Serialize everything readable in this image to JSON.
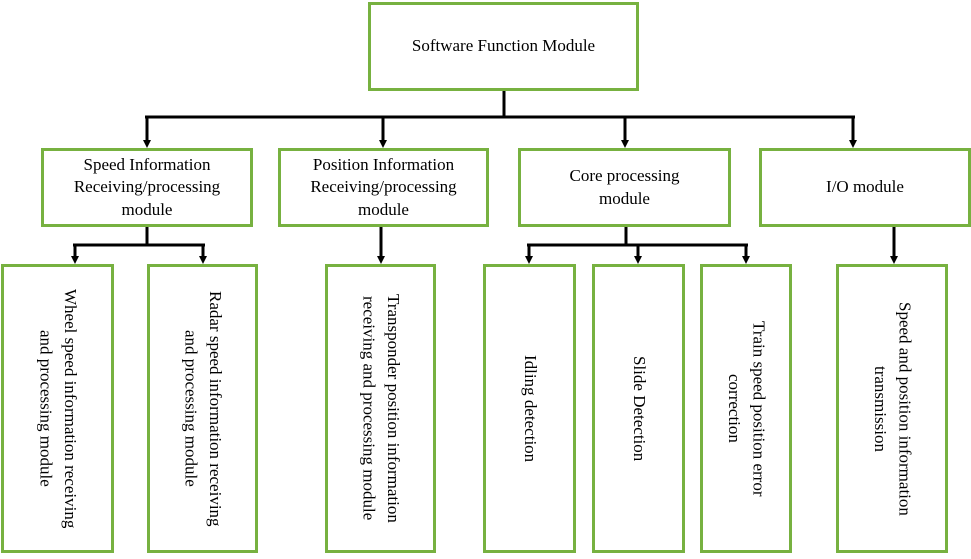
{
  "diagram": {
    "border_color": "#77b140",
    "line_color": "#000000",
    "root": {
      "label": "Software Function Module"
    },
    "modules": [
      {
        "label": "Speed Information\nReceiving/processing\nmodule"
      },
      {
        "label": "Position Information\nReceiving/processing\nmodule"
      },
      {
        "label": "Core processing\nmodule"
      },
      {
        "label": "I/O module"
      }
    ],
    "leaves": [
      {
        "label": "Wheel speed information receiving\nand processing module"
      },
      {
        "label": "Radar speed information receiving\nand processing module"
      },
      {
        "label": "Transponder position information\nreceiving and processing module"
      },
      {
        "label": "Idling detection"
      },
      {
        "label": "Slide Detection"
      },
      {
        "label": "Train speed position error\ncorrection"
      },
      {
        "label": "Speed and position information\ntransmission"
      }
    ]
  }
}
